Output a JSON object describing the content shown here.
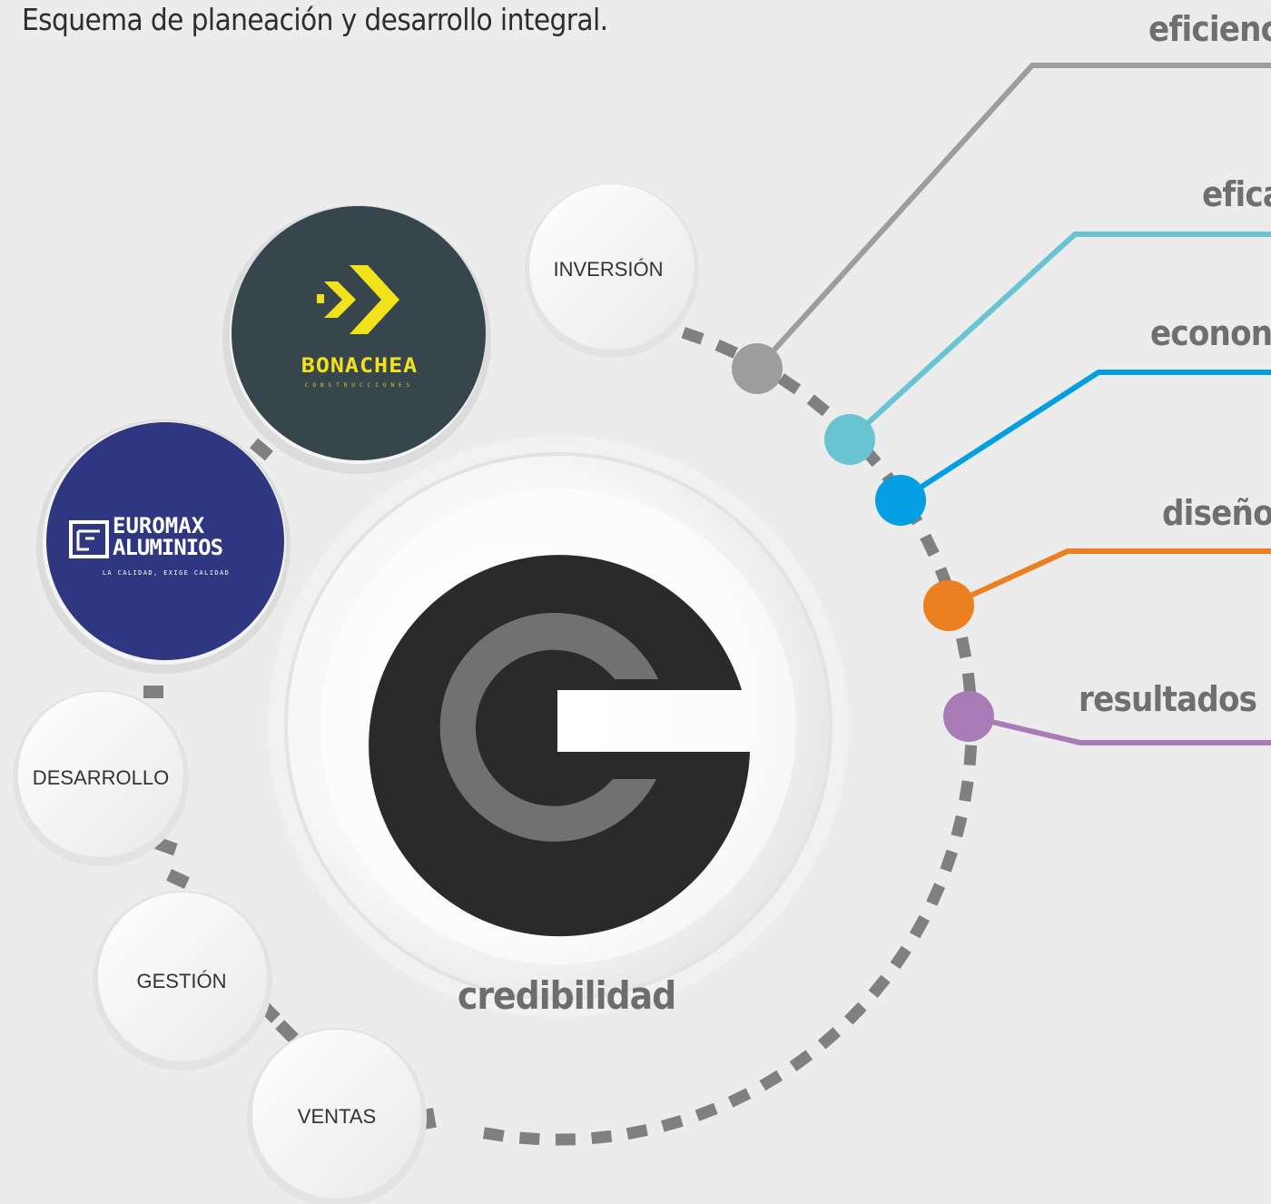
{
  "page": {
    "title": "Esquema de planeación y desarrollo integral."
  },
  "center": {
    "label": "credibilidad",
    "logo_icon": "g-logo-icon"
  },
  "stages": [
    {
      "label": "INVERSIÓN"
    },
    {
      "label": "DESARROLLO"
    },
    {
      "label": "GESTIÓN"
    },
    {
      "label": "VENTAS"
    }
  ],
  "partners": [
    {
      "logo": "bonachea-logo",
      "name": "BONACHEA",
      "tagline": "CONSTRUCCIONES",
      "bg": "#37464c",
      "accent": "#f2e21c"
    },
    {
      "logo": "euromax-logo",
      "name_line1": "EUROMAX",
      "name_line2": "ALUMINIOS",
      "tagline": "LA CALIDAD, EXIGE CALIDAD",
      "bg": "#303781",
      "accent": "#ffffff"
    }
  ],
  "attributes": [
    {
      "label": "eficienc",
      "color": "#9d9d9d"
    },
    {
      "label": "efica",
      "color": "#69c4d2"
    },
    {
      "label": "econon",
      "color": "#039fe2"
    },
    {
      "label": "diseño",
      "color": "#ec7f20"
    },
    {
      "label": "resultados",
      "color": "#a97cb7"
    }
  ],
  "dash_color": "#808080"
}
